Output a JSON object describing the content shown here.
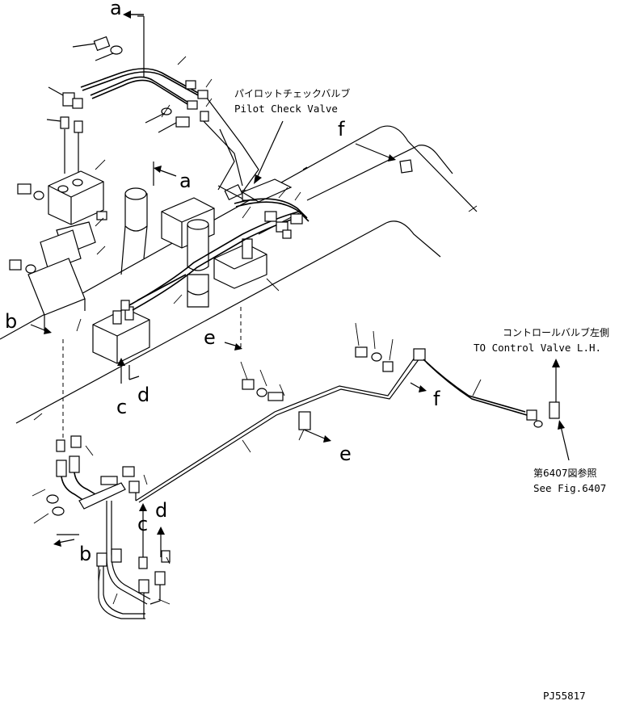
{
  "annotations": {
    "pilot_check_valve": {
      "jp": "パイロットチェックバルブ",
      "en": "Pilot Check Valve"
    },
    "control_valve": {
      "jp": "コントロールバルブ左側",
      "en": "TO Control Valve L.H."
    },
    "see_figure": {
      "jp": "第6407図参照",
      "en": "See Fig.6407"
    }
  },
  "connection_refs": {
    "a_top": "a",
    "a_mid": "a",
    "b_left": "b",
    "b_bottom": "b",
    "c_mid": "c",
    "c_bottom": "c",
    "d_mid": "d",
    "d_bottom": "d",
    "e_mid": "e",
    "e_bottom": "e",
    "f_top": "f",
    "f_mid": "f"
  },
  "drawing_number": "PJ55817"
}
